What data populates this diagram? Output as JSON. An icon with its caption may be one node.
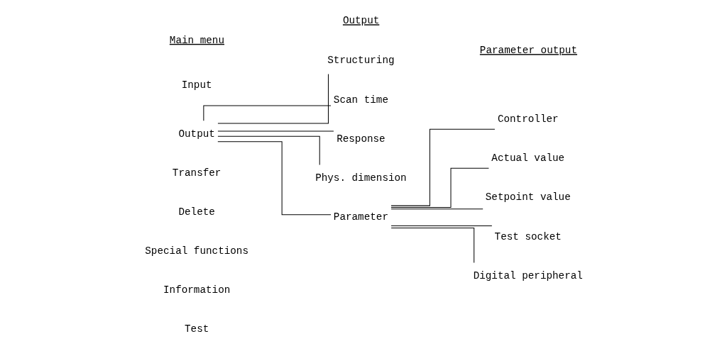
{
  "diagram": {
    "nodes": [
      {
        "text": [
          "Input"
        ]
      },
      {
        "text": [
          "Output"
        ]
      },
      {
        "text": [
          "Transfer"
        ]
      },
      {
        "text": [
          "Delete"
        ]
      },
      {
        "text": [
          "Special functions"
        ]
      },
      {
        "text": [
          "Information"
        ]
      },
      {
        "text": [
          "Test"
        ]
      },
      {
        "text": [
          "Structuring"
        ]
      },
      {
        "text": [
          "Scan time"
        ]
      },
      {
        "text": [
          "Response"
        ]
      },
      {
        "text": [
          "Phys. dimension"
        ]
      },
      {
        "text": [
          "Parameter"
        ]
      },
      {
        "text": [
          "Controller"
        ]
      },
      {
        "text": [
          "Actual value"
        ]
      },
      {
        "text": [
          "Setpoint value"
        ]
      },
      {
        "text": [
          "Test socket"
        ]
      },
      {
        "text": [
          "Digital peripheral"
        ]
      }
    ],
    "edges": [
      {
        "from": 1,
        "to": 7,
        "arrow": "none"
      },
      {
        "from": 1,
        "to": 8,
        "arrow": "none"
      },
      {
        "from": 1,
        "to": 9,
        "arrow": "none"
      },
      {
        "from": 1,
        "to": 10,
        "arrow": "none"
      },
      {
        "from": 1,
        "to": 11,
        "arrow": "none"
      },
      {
        "from": 11,
        "to": 12,
        "arrow": "none"
      },
      {
        "from": 11,
        "to": 13,
        "arrow": "none"
      },
      {
        "from": 11,
        "to": 14,
        "arrow": "none"
      },
      {
        "from": 11,
        "to": 15,
        "arrow": "none"
      },
      {
        "from": 11,
        "to": 16,
        "arrow": "none"
      }
    ],
    "labels": [
      "Main menu",
      "Output",
      "Parameter output"
    ]
  }
}
